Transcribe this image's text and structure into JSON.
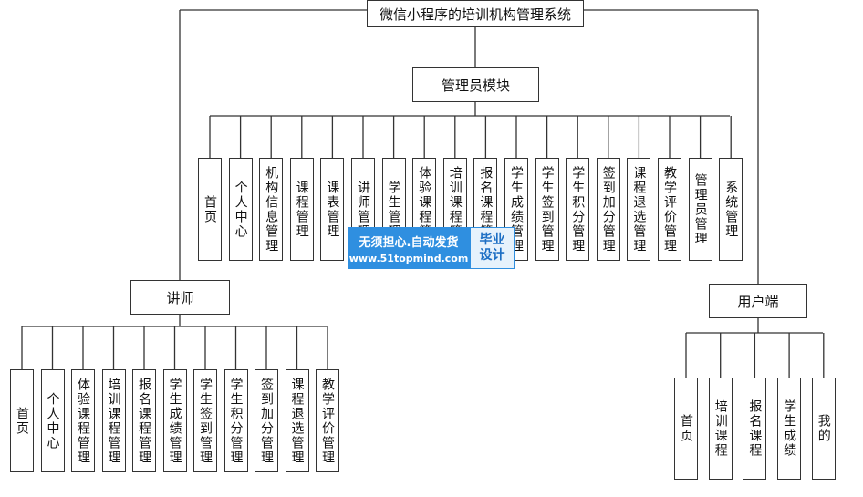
{
  "root": "微信小程序的培训机构管理系统",
  "admin": {
    "title": "管理员模块",
    "items": [
      "首页",
      "个人中心",
      "机构信息管理",
      "课程管理",
      "课表管理",
      "讲师管理",
      "学生管理",
      "体验课程管理",
      "培训课程管理",
      "报名课程管理",
      "学生成绩管理",
      "学生签到管理",
      "学生积分管理",
      "签到加分管理",
      "课程退选管理",
      "教学评价管理",
      "管理员管理",
      "系统管理"
    ]
  },
  "teacher": {
    "title": "讲师",
    "items": [
      "首页",
      "个人中心",
      "体验课程管理",
      "培训课程管理",
      "报名课程管理",
      "学生成绩管理",
      "学生签到管理",
      "学生积分管理",
      "签到加分管理",
      "课程退选管理",
      "教学评价管理"
    ]
  },
  "user": {
    "title": "用户端",
    "items": [
      "首页",
      "培训课程",
      "报名课程",
      "学生成绩",
      "我的"
    ]
  },
  "watermark": {
    "line1": "无须担心.自动发货",
    "line2": "www.51topmind.com",
    "badge_top": "毕业",
    "badge_bottom": "设计"
  }
}
